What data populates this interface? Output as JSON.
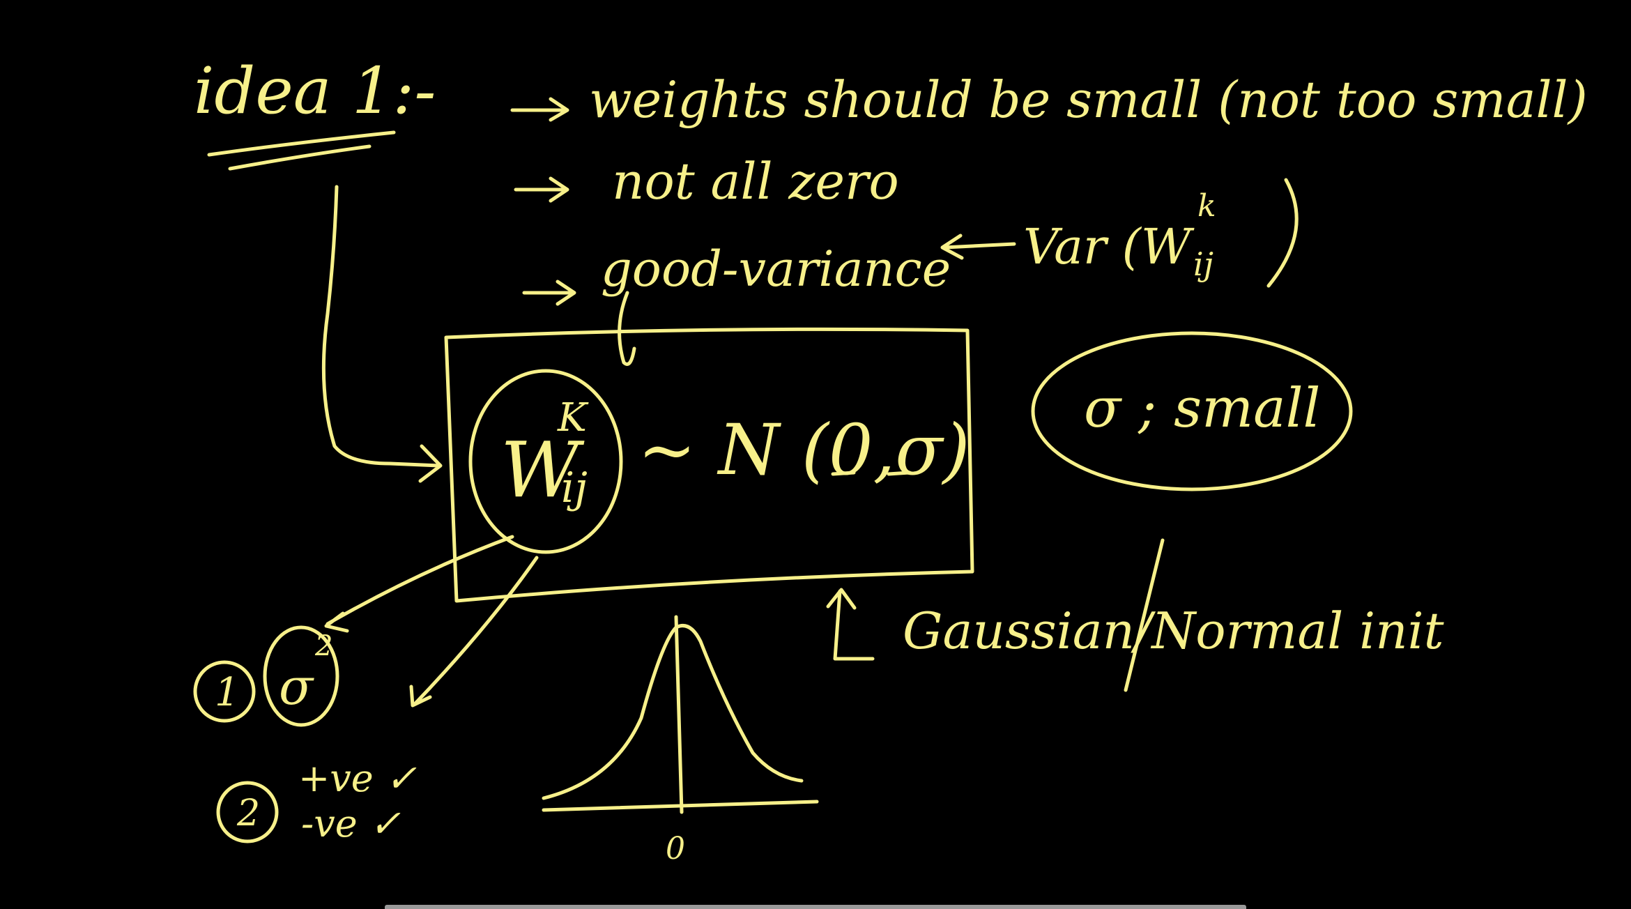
{
  "board": {
    "background": "#000000",
    "ink_color": "#f7f08a",
    "title": "idea 1:-",
    "bullets": [
      "weights should be small (not too small)",
      "not all zero",
      "good-variance"
    ],
    "variance_expr": "Var (W",
    "variance_sup": "k",
    "variance_sub": "ij",
    "variance_close": ")",
    "boxed_formula": {
      "weight": "W",
      "weight_sup": "K",
      "weight_sub": "ij",
      "dist": "~ N (0,σ)"
    },
    "sigma_note": "σ ; small",
    "gaussian_label": "Gaussian/Normal init",
    "notes": {
      "item1_num": "1",
      "item1_text": "σ",
      "item1_sup": "2",
      "item2_num": "2",
      "item2_line1": "+ve ✓",
      "item2_line2": "-ve ✓"
    },
    "axis_zero": "0"
  }
}
